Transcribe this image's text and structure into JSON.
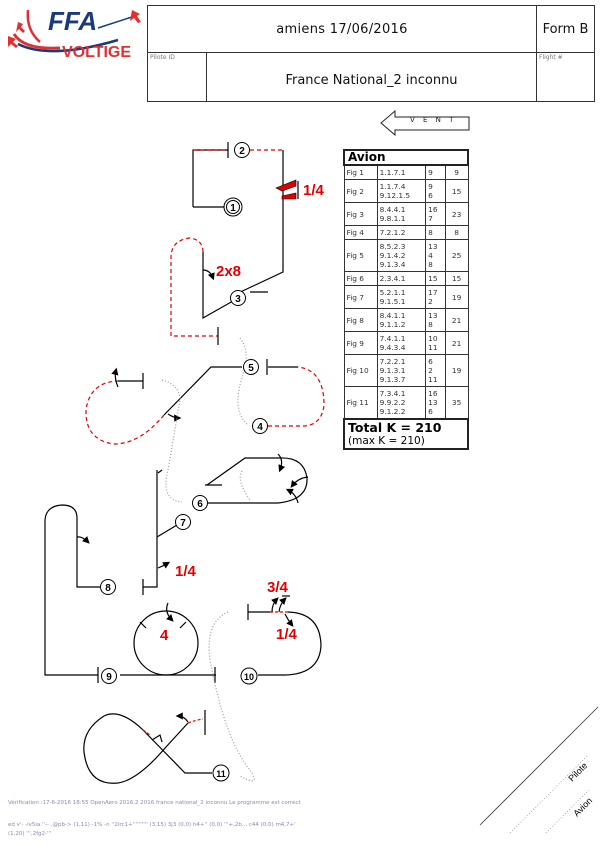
{
  "header": {
    "logo_text_top": "FFA",
    "logo_text_bottom": "VOLTIGE",
    "title": "amiens 17/06/2016",
    "form": "Form B",
    "pilot_id_label": "Pilote ID",
    "pilot_id_value": "",
    "sequence_name": "France National_2 inconnu",
    "flight_label": "Flight #",
    "flight_value": ""
  },
  "wind": {
    "label": "V E N T",
    "direction": "left"
  },
  "k_table": {
    "title": "Avion",
    "rows": [
      {
        "fig": "Fig 1",
        "cat": [
          "1.1.7.1"
        ],
        "k": [
          "9"
        ],
        "sum": "9"
      },
      {
        "fig": "Fig 2",
        "cat": [
          "1.1.7.4",
          "9.12.1.5"
        ],
        "k": [
          "9",
          "6"
        ],
        "sum": "15"
      },
      {
        "fig": "Fig 3",
        "cat": [
          "8.4.4.1",
          "9.8.1.1"
        ],
        "k": [
          "16",
          "7"
        ],
        "sum": "23"
      },
      {
        "fig": "Fig 4",
        "cat": [
          "7.2.1.2"
        ],
        "k": [
          "8"
        ],
        "sum": "8"
      },
      {
        "fig": "Fig 5",
        "cat": [
          "8.5.2.3",
          "9.1.4.2",
          "9.1.3.4"
        ],
        "k": [
          "13",
          "4",
          "8"
        ],
        "sum": "25"
      },
      {
        "fig": "Fig 6",
        "cat": [
          "2.3.4.1"
        ],
        "k": [
          "15"
        ],
        "sum": "15"
      },
      {
        "fig": "Fig 7",
        "cat": [
          "5.2.1.1",
          "9.1.5.1"
        ],
        "k": [
          "17",
          "2"
        ],
        "sum": "19"
      },
      {
        "fig": "Fig 8",
        "cat": [
          "8.4.1.1",
          "9.1.1.2"
        ],
        "k": [
          "13",
          "8"
        ],
        "sum": "21"
      },
      {
        "fig": "Fig 9",
        "cat": [
          "7.4.1.1",
          "9.4.3.4"
        ],
        "k": [
          "10",
          "11"
        ],
        "sum": "21"
      },
      {
        "fig": "Fig 10",
        "cat": [
          "7.2.2.1",
          "9.1.3.1",
          "9.1.3.7"
        ],
        "k": [
          "6",
          "2",
          "11"
        ],
        "sum": "19"
      },
      {
        "fig": "Fig 11",
        "cat": [
          "7.3.4.1",
          "9.9.2.2",
          "9.1.2.2"
        ],
        "k": [
          "16",
          "13",
          "6"
        ],
        "sum": "35"
      }
    ],
    "total": "Total K = 210",
    "max": "(max K = 210)"
  },
  "diagram": {
    "figure_numbers": [
      "1",
      "2",
      "3",
      "4",
      "5",
      "6",
      "7",
      "8",
      "9",
      "10",
      "11"
    ],
    "roll_labels": {
      "fig2": "1/4",
      "fig3": "2x8",
      "fig7": "1/4",
      "fig9": "4",
      "fig10_top": "3/4",
      "fig10_bottom": "1/4"
    },
    "line_color": "#000000",
    "inverted_color": "#e00000",
    "connector_color": "#999999"
  },
  "signature": {
    "pilot_label": "Pilote",
    "plane_label": "Avion"
  },
  "footer": {
    "verification": "Vérification :17-6-2016 18:55 OpenAero 2016.2 2016 france national_2 inconnu Le programme est correct",
    "sequence_line1": "ed v'- -iv5ia.''-- ,@pb-> (1,11) -1% -n ''2irc1+'''''''''' (3,15) 3j3 (0,0) h4+'' (0,0) '''+,2b... c44 (0,0) m4,7+'",
    "sequence_line2": "(1,20) ''',2fg2-'''"
  }
}
